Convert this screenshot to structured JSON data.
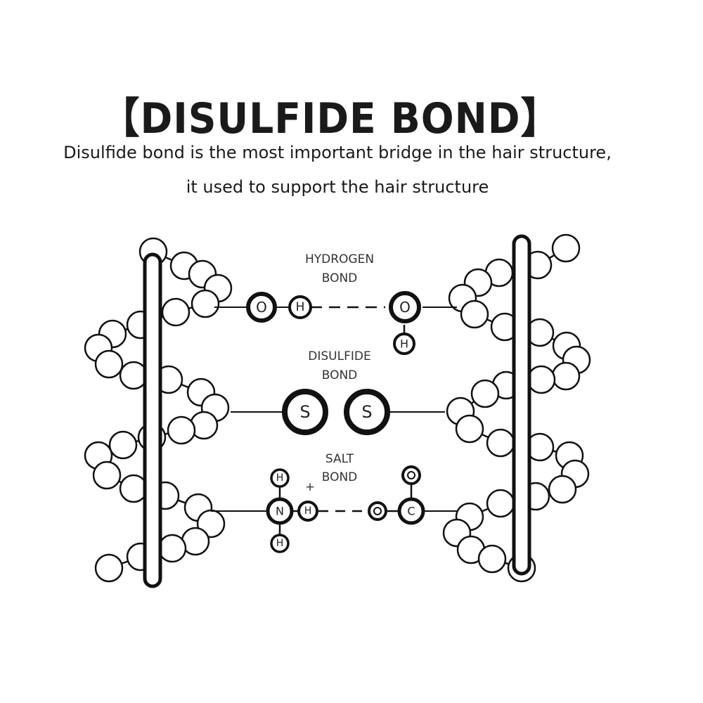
{
  "title": {
    "open_bracket": "【",
    "text": "DISULFIDE BOND",
    "close_bracket": "】"
  },
  "subtitle": {
    "line1": "Disulfide bond is the most important bridge in the hair structure,",
    "line2": "it used to support the hair structure"
  },
  "bonds": {
    "hydrogen": {
      "label_line1": "HYDROGEN",
      "label_line2": "BOND",
      "atoms": [
        "O",
        "H",
        "O",
        "H"
      ]
    },
    "disulfide": {
      "label_line1": "DISULFIDE",
      "label_line2": "BOND",
      "atoms": [
        "S",
        "S"
      ]
    },
    "salt": {
      "label_line1": "SALT",
      "label_line2": "BOND",
      "charge": "+",
      "atoms": [
        "H",
        "N",
        "H",
        "H",
        "O",
        "C",
        "O"
      ]
    }
  }
}
